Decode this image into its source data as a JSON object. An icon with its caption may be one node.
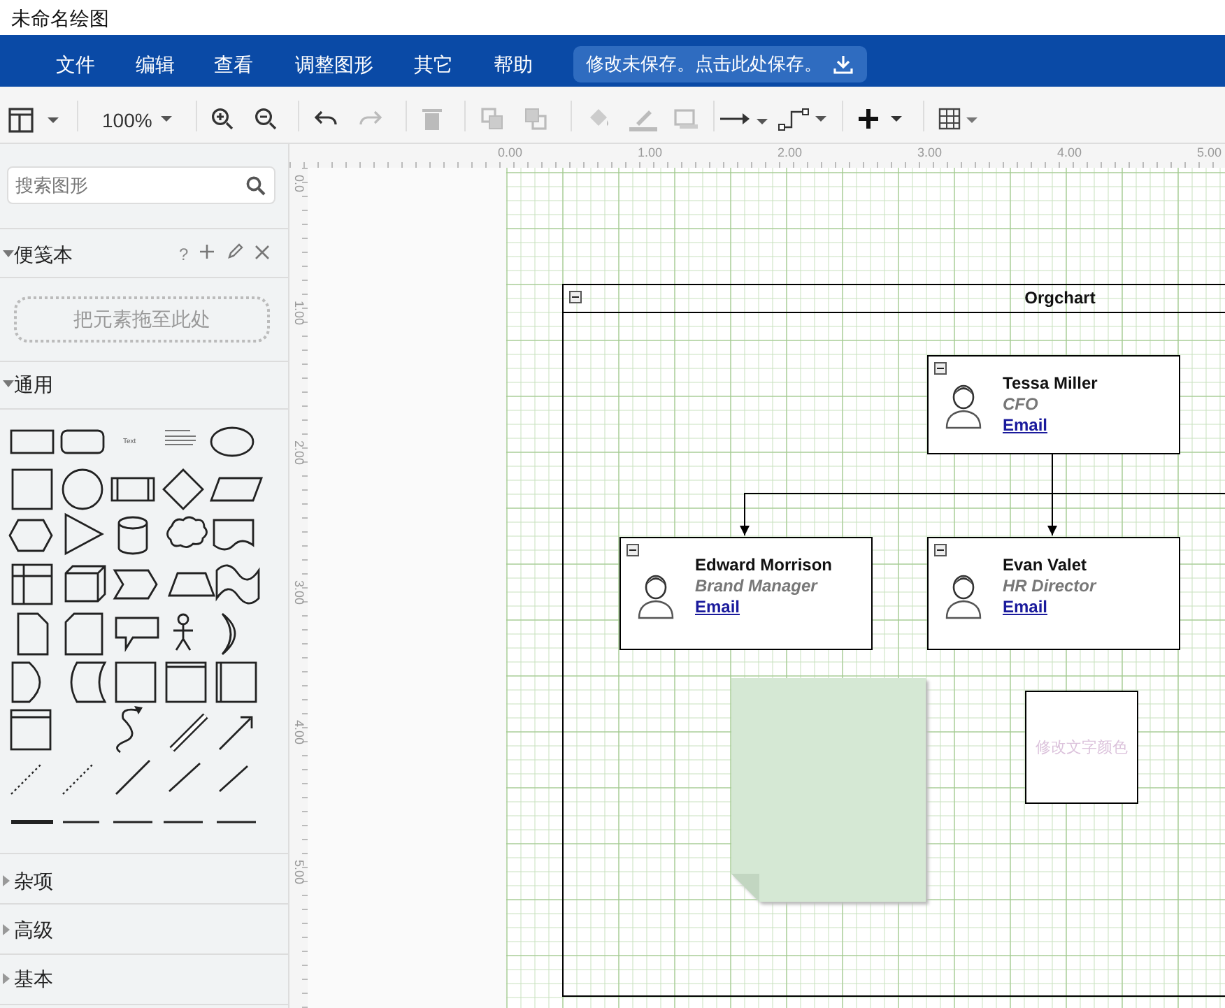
{
  "diagram": {
    "title": "未命名绘图",
    "nodes": [
      {
        "text": [
          "Orgchart"
        ]
      },
      {
        "text": [
          "Tessa Miller",
          "CFO",
          "Email"
        ],
        "in": 0
      },
      {
        "text": [
          "Edward Morrison",
          "Brand Manager",
          "Email"
        ],
        "in": 0
      },
      {
        "text": [
          "Evan Valet",
          "HR Director",
          "Email"
        ],
        "in": 0
      },
      {
        "text": [],
        "shape": "note",
        "in": 0
      },
      {
        "text": [
          "修改文字颜色"
        ],
        "in": 0
      }
    ],
    "edges": [
      {
        "from": 1,
        "to": 2,
        "arrow": "to"
      },
      {
        "from": 1,
        "to": 3,
        "arrow": "to"
      },
      {
        "from": 1,
        "to": null,
        "arrow": "none"
      }
    ],
    "labels": [
      "文件",
      "编辑",
      "查看",
      "调整图形",
      "其它",
      "帮助",
      "修改未保存。点击此处保存。",
      "100%",
      "搜索图形",
      "便笺本",
      "?",
      "把元素拖至此处",
      "通用",
      "Text",
      "杂项",
      "高级",
      "基本",
      "0.00",
      "1.00",
      "2.00",
      "3.00",
      "4.00",
      "5.00",
      "0.0",
      "1.00",
      "2.00",
      "3.00",
      "4.00",
      "5.00"
    ]
  }
}
